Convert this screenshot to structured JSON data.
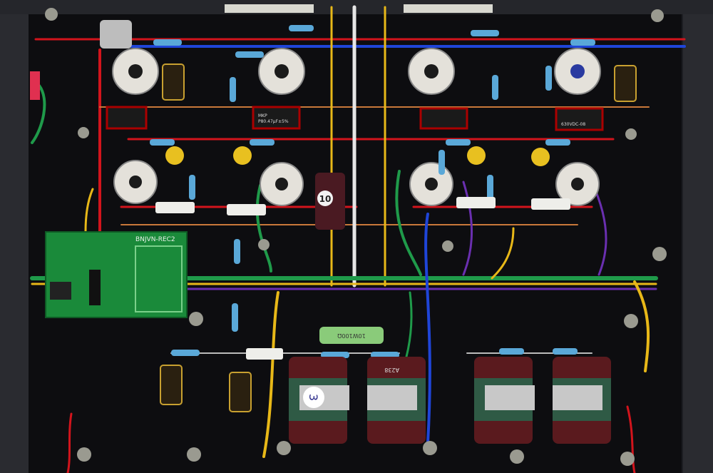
{
  "photo": {
    "pcb_label": "BNJVN-REC2",
    "filter_cap_label": "10",
    "can_cap_number": "3",
    "can_cap_code": "A238",
    "power_resistor_label": "10W100Ω",
    "film_cap_brand": "MKP",
    "film_cap_value": "P80.47μF±5%",
    "film_cap_voltage": "630VDC-08"
  },
  "colors": {
    "chassis": "#0d0d10",
    "frame": "#2a2b30",
    "wire_red": "#d2141c",
    "wire_blue": "#1f45d8",
    "wire_yellow": "#e8b818",
    "wire_green": "#1f9a4a",
    "wire_purple": "#6a2fb0",
    "pcb": "#1a8a3a",
    "cap_maroon": "#5a1a1e",
    "cap_green": "#2f5a45"
  }
}
